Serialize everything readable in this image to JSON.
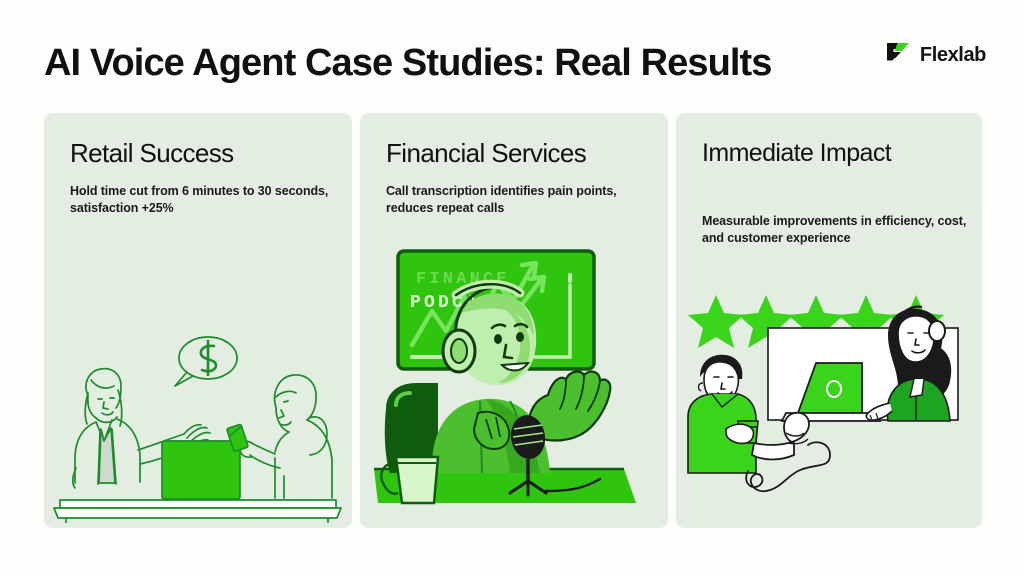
{
  "header": {
    "title": "AI Voice Agent Case Studies: Real Results",
    "brand_name": "Flexlab",
    "logo_icon": "flexlab-logo-mark"
  },
  "theme": {
    "background": "#fdfdfc",
    "card_background": "#e3ede2",
    "title_color": "#111111",
    "brand_green": "#3ad41b",
    "illustration_green": "#2fc40e",
    "illustration_dark_green": "#157a14"
  },
  "cards": [
    {
      "id": "retail-success",
      "heading": "Retail Success",
      "body": "Hold time cut from 6 minutes to 30 seconds, satisfaction +25%",
      "illustration": {
        "name": "retail-counter-illustration",
        "alt": "Line drawing of a store clerk and customer at a checkout counter with a monitor and a dollar sign speech bubble"
      }
    },
    {
      "id": "financial-services",
      "heading": "Financial Services",
      "body": "Call transcription identifies pain points, reduces repeat calls",
      "illustration": {
        "name": "finance-podcast-illustration",
        "alt": "Podcast host wearing headphones at a microphone in front of a board reading FINANCE PODCAST with a rising chart",
        "board_line_1": "FINANCE",
        "board_line_2": "PODCAST"
      }
    },
    {
      "id": "immediate-impact",
      "heading": "Immediate Impact",
      "body": "Measurable improvements in efficiency, cost, and customer experience",
      "illustration": {
        "name": "five-star-support-illustration",
        "alt": "Five green stars above a customer giving a thumbs up and a headset support agent working on a laptop",
        "star_count": 5
      }
    }
  ]
}
